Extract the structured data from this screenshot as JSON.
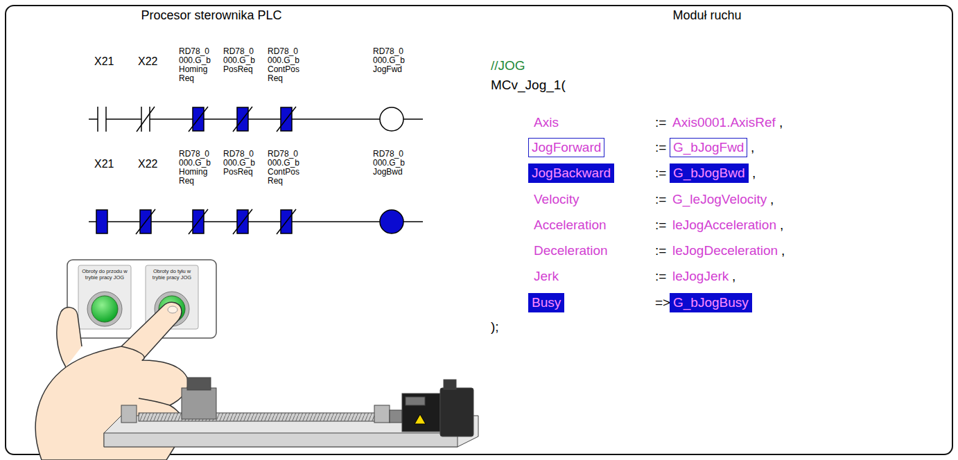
{
  "diagram": {
    "nodes": [
      {
        "text": [
          "JogForward"
        ]
      },
      {
        "text": [
          "G_bJogFwd"
        ]
      },
      {
        "text": [
          "JogBackward"
        ]
      },
      {
        "text": [
          "G_bJogBwd"
        ]
      },
      {
        "text": [
          "Busy"
        ]
      },
      {
        "text": [
          "G_bJogBusy"
        ]
      }
    ],
    "labels": [
      "Procesor sterownika PLC",
      "Moduł ruchu",
      "X21",
      "X22",
      "RD78_0 000.G_b Homing Req",
      "RD78_0 000.G_b PosReq",
      "RD78_0 000.G_b ContPos Req",
      "RD78_0 000.G_b JogFwd",
      "X21",
      "X22",
      "RD78_0 000.G_b Homing Req",
      "RD78_0 000.G_b PosReq",
      "RD78_0 000.G_b ContPos Req",
      "RD78_0 000.G_b JogBwd",
      "//JOG",
      "MCv_Jog_1(",
      "Axis",
      ":=",
      "Axis0001.AxisRef",
      ",",
      ":=",
      ",",
      ":=",
      ",",
      "Velocity",
      ":=",
      "G_leJogVelocity",
      ",",
      "Acceleration",
      ":=",
      "leJogAcceleration",
      ",",
      "Deceleration",
      ":=",
      "leJogDeceleration",
      ",",
      "Jerk",
      ":=",
      "leJogJerk",
      ",",
      "=>",
      ");",
      "Obroty do przodu w trybie pracy JOG",
      "Obroty do tyłu w trybie pracy JOG"
    ]
  }
}
